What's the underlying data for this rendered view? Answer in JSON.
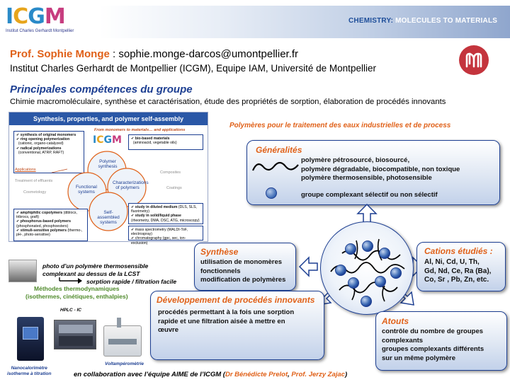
{
  "header": {
    "logo_text": "ICGM",
    "logo_subtitle": "Institut Charles Gerhardt Montpellier",
    "tagline_part1": "CHEMISTRY:",
    "tagline_part2": "MOLECULES TO MATERIALS"
  },
  "contact": {
    "prof_name": "Prof. Sophie Monge",
    "email_separator": " : ",
    "email": "sophie.monge-darcos@umontpellier.fr",
    "institute": "Institut Charles Gerhardt de Montpellier (ICGM), Equipe IAM, Université de Montpellier"
  },
  "competences": {
    "title": "Principales compétences du groupe",
    "text": "Chimie macromoléculaire, synthèse et caractérisation, étude des propriétés de sorption, élaboration de procédés innovants"
  },
  "diagram": {
    "header": "Synthesis, properties, and polymer self-assembly",
    "subtitle": "From monomers to materials… and applications",
    "logo_text": "ICGM",
    "left_box1": [
      {
        "bold": "synthesis of original monomers",
        "small": ""
      },
      {
        "bold": "ring opening polymerization",
        "small": "(cationic, organo-catalyzed)"
      },
      {
        "bold": "radical polymerizations",
        "small": "(conventional, ATRP, RAFT)"
      }
    ],
    "bio_box": {
      "bold": "bio-based materials",
      "small": "(aminoacid, vegetable oils)"
    },
    "applications_label": "Applications",
    "left_labels": [
      "Treatment of effluents",
      "Cosmetology"
    ],
    "right_labels": [
      "Composites",
      "Coatings"
    ],
    "circles": {
      "synthesis": "Polymer synthesis",
      "functional": "Functional systems",
      "characterization": "Characterizations of polymers",
      "self_assembled": "Self-assembled systems"
    },
    "left_box2": [
      {
        "bold": "amphiphilic copolymers",
        "small": "(diblocs, tribrocs, graft)"
      },
      {
        "bold": "phosphorus-based polymers",
        "small": "(phosphonated, phosphoesters)"
      },
      {
        "bold": "stimuli-sensitive polymers",
        "small": "(thermo-, pH-, photo-sensitive)"
      }
    ],
    "mid_box3": [
      {
        "bold": "study in diluted medium",
        "small": "(DLS, SLS, fluorimetry)"
      },
      {
        "bold": "study in solid/liquid phase",
        "small": "(rheometry, DMA, DSC, ATG, microscopy)"
      }
    ],
    "mid_box4": [
      {
        "bold": "",
        "small": "mass spectrometry (MALDI-ToF, electrospray)"
      },
      {
        "bold": "",
        "small": "chromatography (gpc, sec, ion-exclusion)"
      }
    ]
  },
  "right": {
    "subtitle": "Polymères pour le traitement des eaux industrielles et de process"
  },
  "generalites": {
    "title": "Généralités",
    "lines": [
      "polymère pétrosourcé, biosourcé,",
      "polymère dégradable, biocompatible, non toxique",
      "polymère thermosensible, photosensible"
    ],
    "group_text": "groupe complexant sélectif ou non sélectif"
  },
  "synthese": {
    "title": "Synthèse",
    "lines": [
      "utilisation de monomères",
      "fonctionnels",
      "modification de polymères"
    ]
  },
  "cations": {
    "title": "Cations étudiés :",
    "lines": [
      "Al, Ni, Cd, U, Th,",
      "Gd, Nd, Ce, Ra (Ba),",
      "Co, Sr , Pb, Zn, etc."
    ]
  },
  "developpement": {
    "title": "Développement de procédés innovants",
    "lines": [
      "procédés permettant à la fois une sorption",
      "rapide et une filtration aisée à mettre en",
      "œuvre"
    ]
  },
  "atouts": {
    "title": "Atouts",
    "lines": [
      "contrôle du nombre de groupes",
      "complexants",
      "groupes complexants différents",
      "sur un même polymère"
    ]
  },
  "bottom_left": {
    "thermo_caption_lines": [
      "photo d’un polymère thermosensible",
      "complexant au dessus de la LCST"
    ],
    "thermo_arrow_text": "sorption rapide / filtration facile",
    "methods_lines": [
      "Méthodes thermodynamiques",
      "(isothermes, cinétiques, enthalpies)"
    ],
    "hplc": "HPLC - IC",
    "nano_lines": [
      "Nanocalorimètre",
      "isotherme à titration"
    ],
    "volta": "Voltampéromètrie"
  },
  "collab": {
    "prefix": "en collaboration avec l’équipe AIME de l’ICGM (",
    "name1": "Dr Bénédicte Prelot",
    "sep": ", ",
    "name2": "Prof. Jerzy Zajac",
    "suffix": ")"
  },
  "colors": {
    "accent_orange": "#e06119",
    "navy": "#1d3f92",
    "box_fill": "#dfe7f3",
    "green": "#4f8a2b",
    "um_red": "#c4343d"
  }
}
